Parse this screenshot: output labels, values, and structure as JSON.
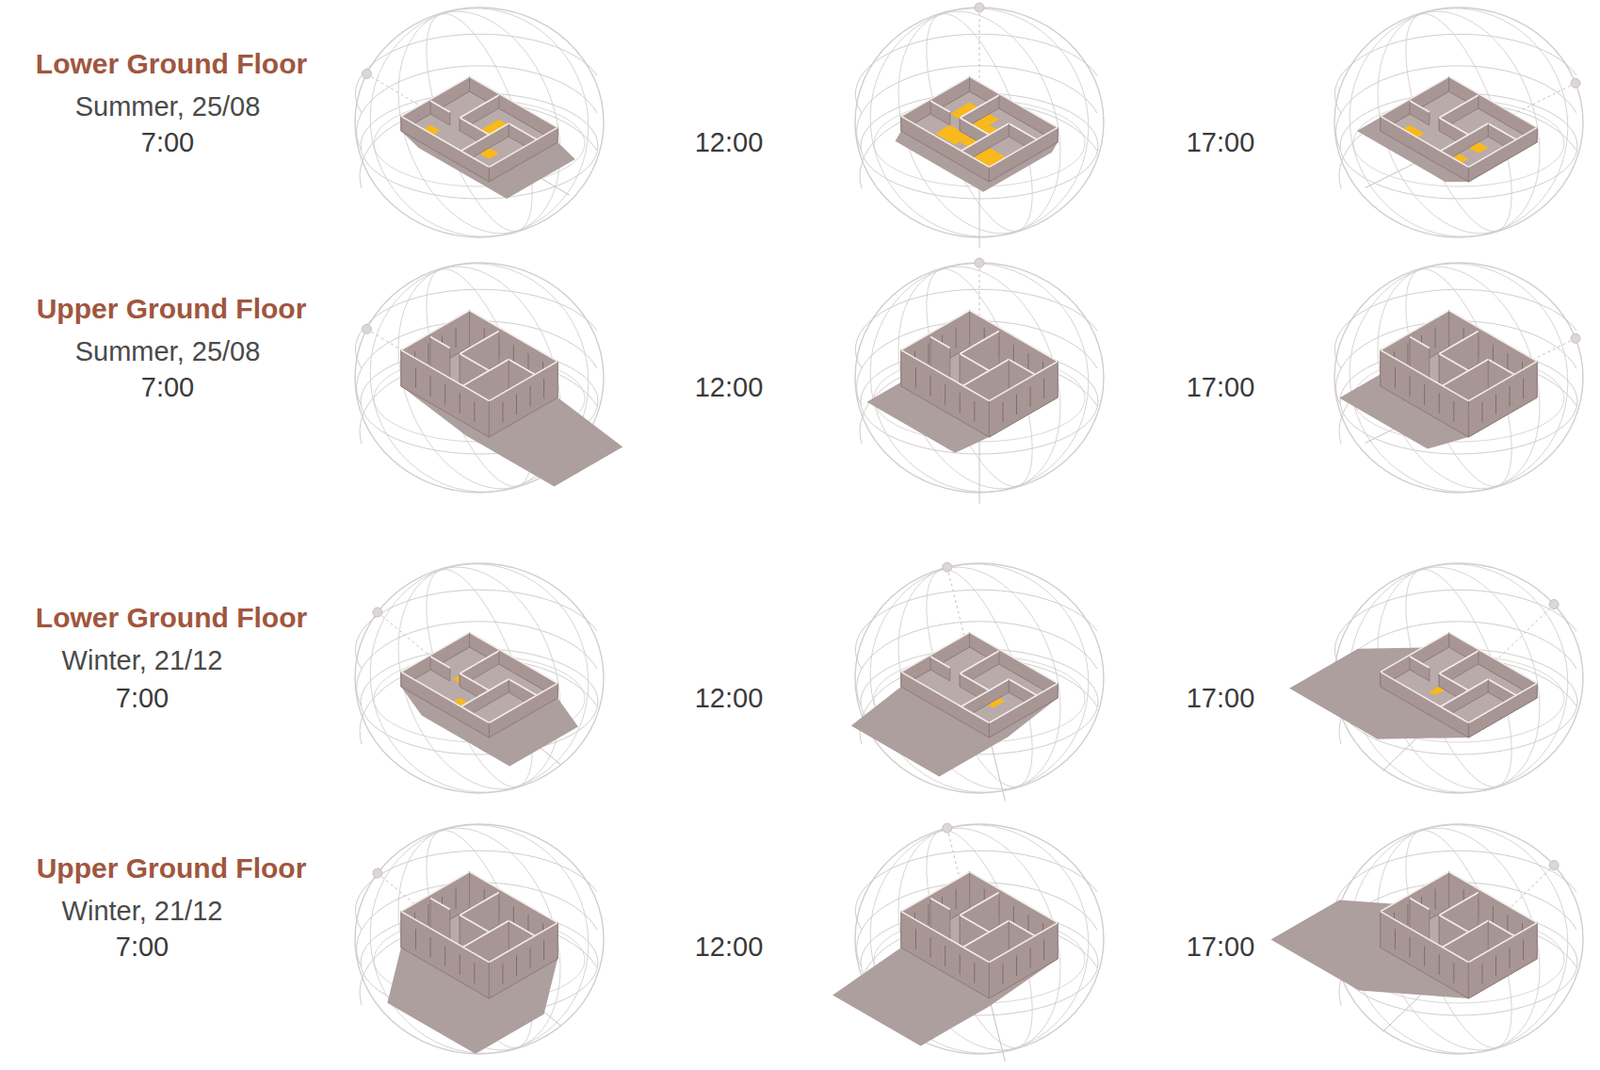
{
  "diagram": {
    "labels": [
      "Lower Ground Floor",
      "Summer, 25/08",
      "7:00",
      "12:00",
      "17:00",
      "Upper Ground Floor",
      "Summer, 25/08",
      "7:00",
      "12:00",
      "17:00",
      "Lower Ground Floor",
      "Winter, 21/12",
      "7:00",
      "12:00",
      "17:00",
      "Upper Ground Floor",
      "Winter, 21/12",
      "7:00",
      "12:00",
      "17:00"
    ]
  }
}
